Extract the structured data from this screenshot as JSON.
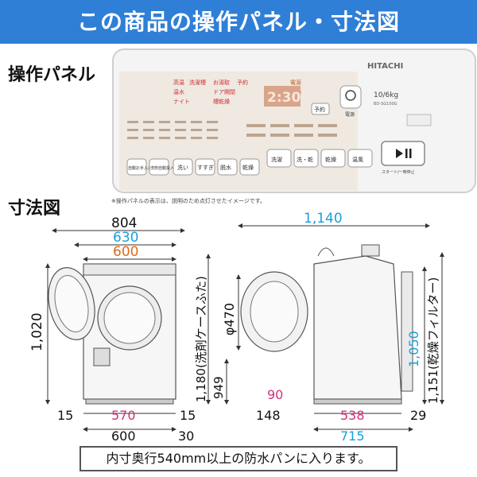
{
  "banner": {
    "title": "この商品の操作パネル・寸法図",
    "color": "#2f7fd6"
  },
  "panel": {
    "heading": "操作パネル",
    "brand": "HITACHI",
    "capacity": "10/6kg",
    "model": "BD-SG100G",
    "display_digits": "2:30",
    "reserve_label": "予約",
    "power_label": "電源",
    "start_label": "スタート/一時停止",
    "start_icon": "play-pause-icon",
    "course_labels": [
      "高温",
      "洗濯槽",
      "お湯取",
      "予約",
      "温水",
      "ドア開閉",
      "ナイト",
      "槽乾燥",
      "電源",
      "乾燥"
    ],
    "small_buttons": [
      "自動お手入れ",
      "洗剤自動投入",
      "洗い",
      "すすぎ",
      "脱水",
      "乾燥"
    ],
    "large_buttons": [
      "洗濯",
      "洗・乾",
      "乾燥",
      "温風"
    ],
    "note": "※操作パネルの表示は、説明のため点灯させたイメージです。"
  },
  "dimensions": {
    "heading": "寸法図",
    "front": {
      "width_total": "804",
      "width_inner_1": "630",
      "width_inner_2": "600",
      "height": "1,020",
      "bottom_left": "15",
      "bottom_mid": "570",
      "bottom_right": "15",
      "bottom_total": "600",
      "bottom_extra": "30"
    },
    "side": {
      "depth_total": "1,140",
      "door_diameter": "φ470",
      "height_detergent": "1,180(洗剤ケースふた)",
      "height_mid": "949",
      "height_filter_top": "1,050",
      "height_filter": "1,151(乾燥フィルター)",
      "bottom_offset": "90",
      "bottom_left": "148",
      "bottom_mid": "538",
      "bottom_right": "29",
      "bottom_total": "715"
    },
    "colors": {
      "black": "#111111",
      "blue": "#1aa0d8",
      "orange": "#e06a1a",
      "magenta": "#d0317a"
    }
  },
  "footer": {
    "text": "内寸奥行540mm以上の防水パンに入ります。"
  }
}
